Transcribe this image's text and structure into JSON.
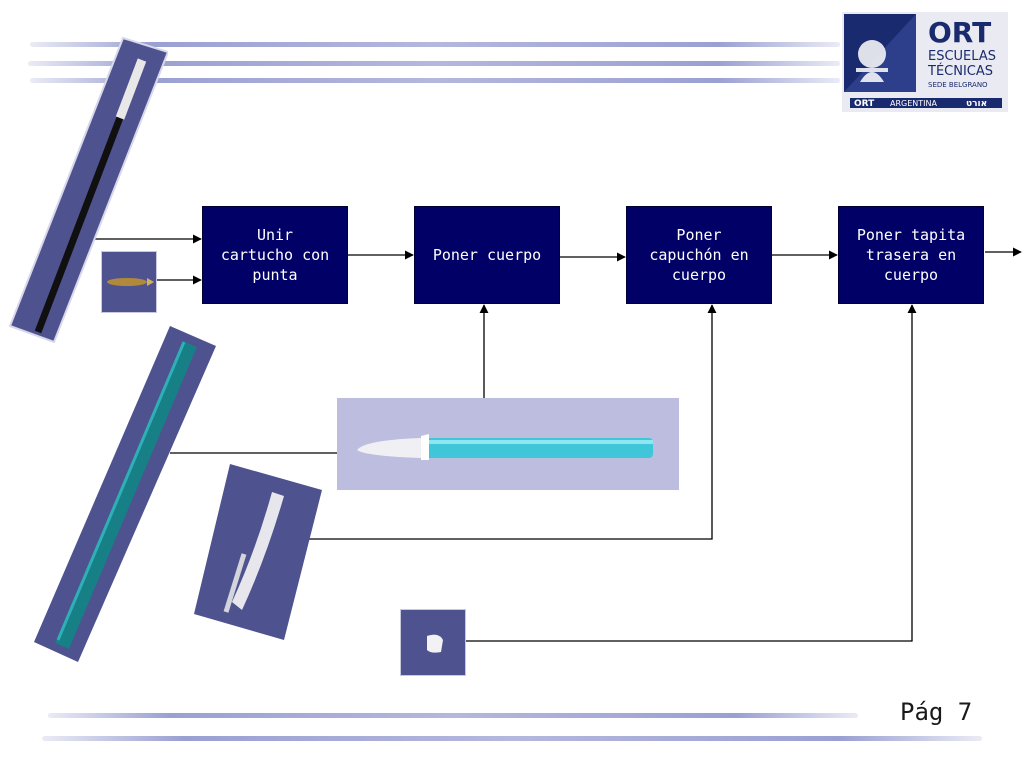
{
  "diagram": {
    "steps": [
      {
        "id": "unir",
        "label": "Unir\ncartucho con\npunta"
      },
      {
        "id": "cuerpo",
        "label": "Poner cuerpo"
      },
      {
        "id": "capuchon",
        "label": "Poner\ncapuchón en\ncuerpo"
      },
      {
        "id": "tapita",
        "label": "Poner tapita\ntrasera en\ncuerpo"
      }
    ]
  },
  "logo": {
    "brand": "ORT",
    "line1": "ESCUELAS",
    "line2": "TÉCNICAS",
    "line3": "SEDE BELGRANO",
    "footer_left": "ORT",
    "footer_mid": "ARGENTINA",
    "footer_right": "אורט"
  },
  "footer": {
    "page": "Pág 7"
  },
  "colors": {
    "box": "#000066",
    "box_text": "#ffffff",
    "stripe": "#9aa0d2",
    "photo_bg": "#5a5f99"
  }
}
